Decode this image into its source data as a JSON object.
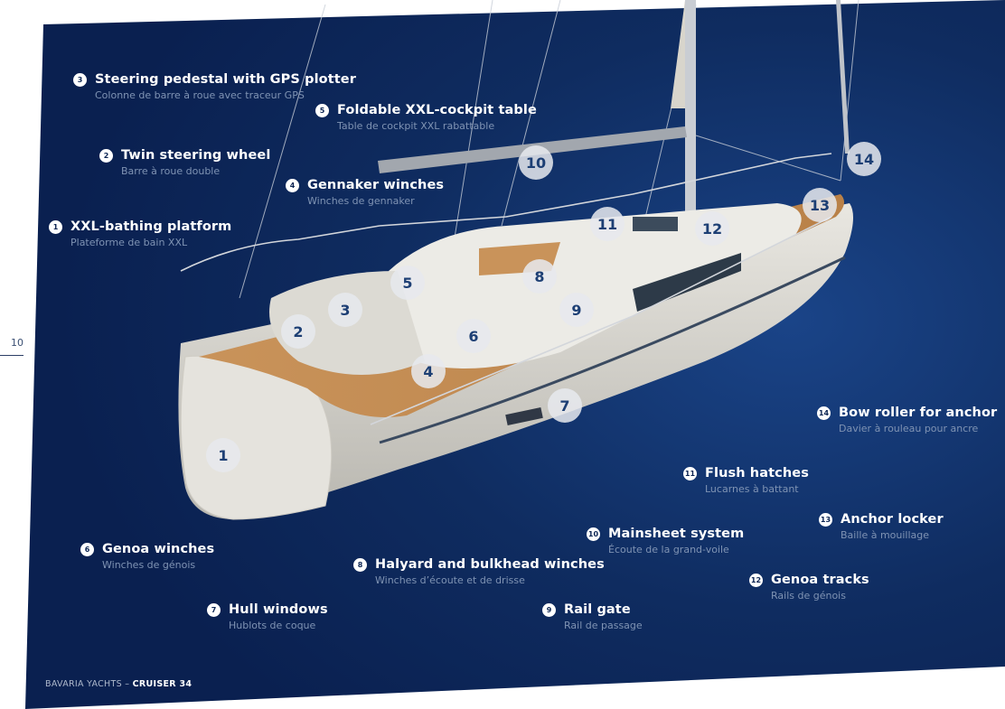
{
  "page": {
    "number": "10"
  },
  "footer": {
    "brand": "BAVARIA YACHTS – ",
    "model": "CRUISER 34"
  },
  "colors": {
    "navy": "#0b2452",
    "navy_light": "#173c78",
    "subtitle": "#7f93b3",
    "marker_text": "#1d3f74"
  },
  "features": [
    {
      "num": "1",
      "title": "XXL-bathing platform",
      "subtitle": "Plateforme de bain XXL"
    },
    {
      "num": "2",
      "title": "Twin steering wheel",
      "subtitle": "Barre à roue double"
    },
    {
      "num": "3",
      "title": "Steering pedestal with GPS plotter",
      "subtitle": "Colonne de barre à roue avec traceur GPS"
    },
    {
      "num": "4",
      "title": "Gennaker winches",
      "subtitle": "Winches de gennaker"
    },
    {
      "num": "5",
      "title": "Foldable XXL-cockpit table",
      "subtitle": "Table de cockpit XXL rabattable"
    },
    {
      "num": "6",
      "title": "Genoa winches",
      "subtitle": "Winches de génois"
    },
    {
      "num": "7",
      "title": "Hull windows",
      "subtitle": "Hublots de coque"
    },
    {
      "num": "8",
      "title": "Halyard and bulkhead winches",
      "subtitle": "Winches d’écoute et de drisse"
    },
    {
      "num": "9",
      "title": "Rail gate",
      "subtitle": "Rail de passage"
    },
    {
      "num": "10",
      "title": "Mainsheet system",
      "subtitle": "Écoute de la grand-voile"
    },
    {
      "num": "11",
      "title": "Flush hatches",
      "subtitle": "Lucarnes à battant"
    },
    {
      "num": "12",
      "title": "Genoa tracks",
      "subtitle": "Rails de génois"
    },
    {
      "num": "13",
      "title": "Anchor locker",
      "subtitle": "Baille à mouillage"
    },
    {
      "num": "14",
      "title": "Bow roller for anchor",
      "subtitle": "Davier à rouleau pour ancre"
    }
  ],
  "markers": [
    "1",
    "2",
    "3",
    "4",
    "5",
    "6",
    "7",
    "8",
    "9",
    "10",
    "11",
    "12",
    "13",
    "14"
  ]
}
